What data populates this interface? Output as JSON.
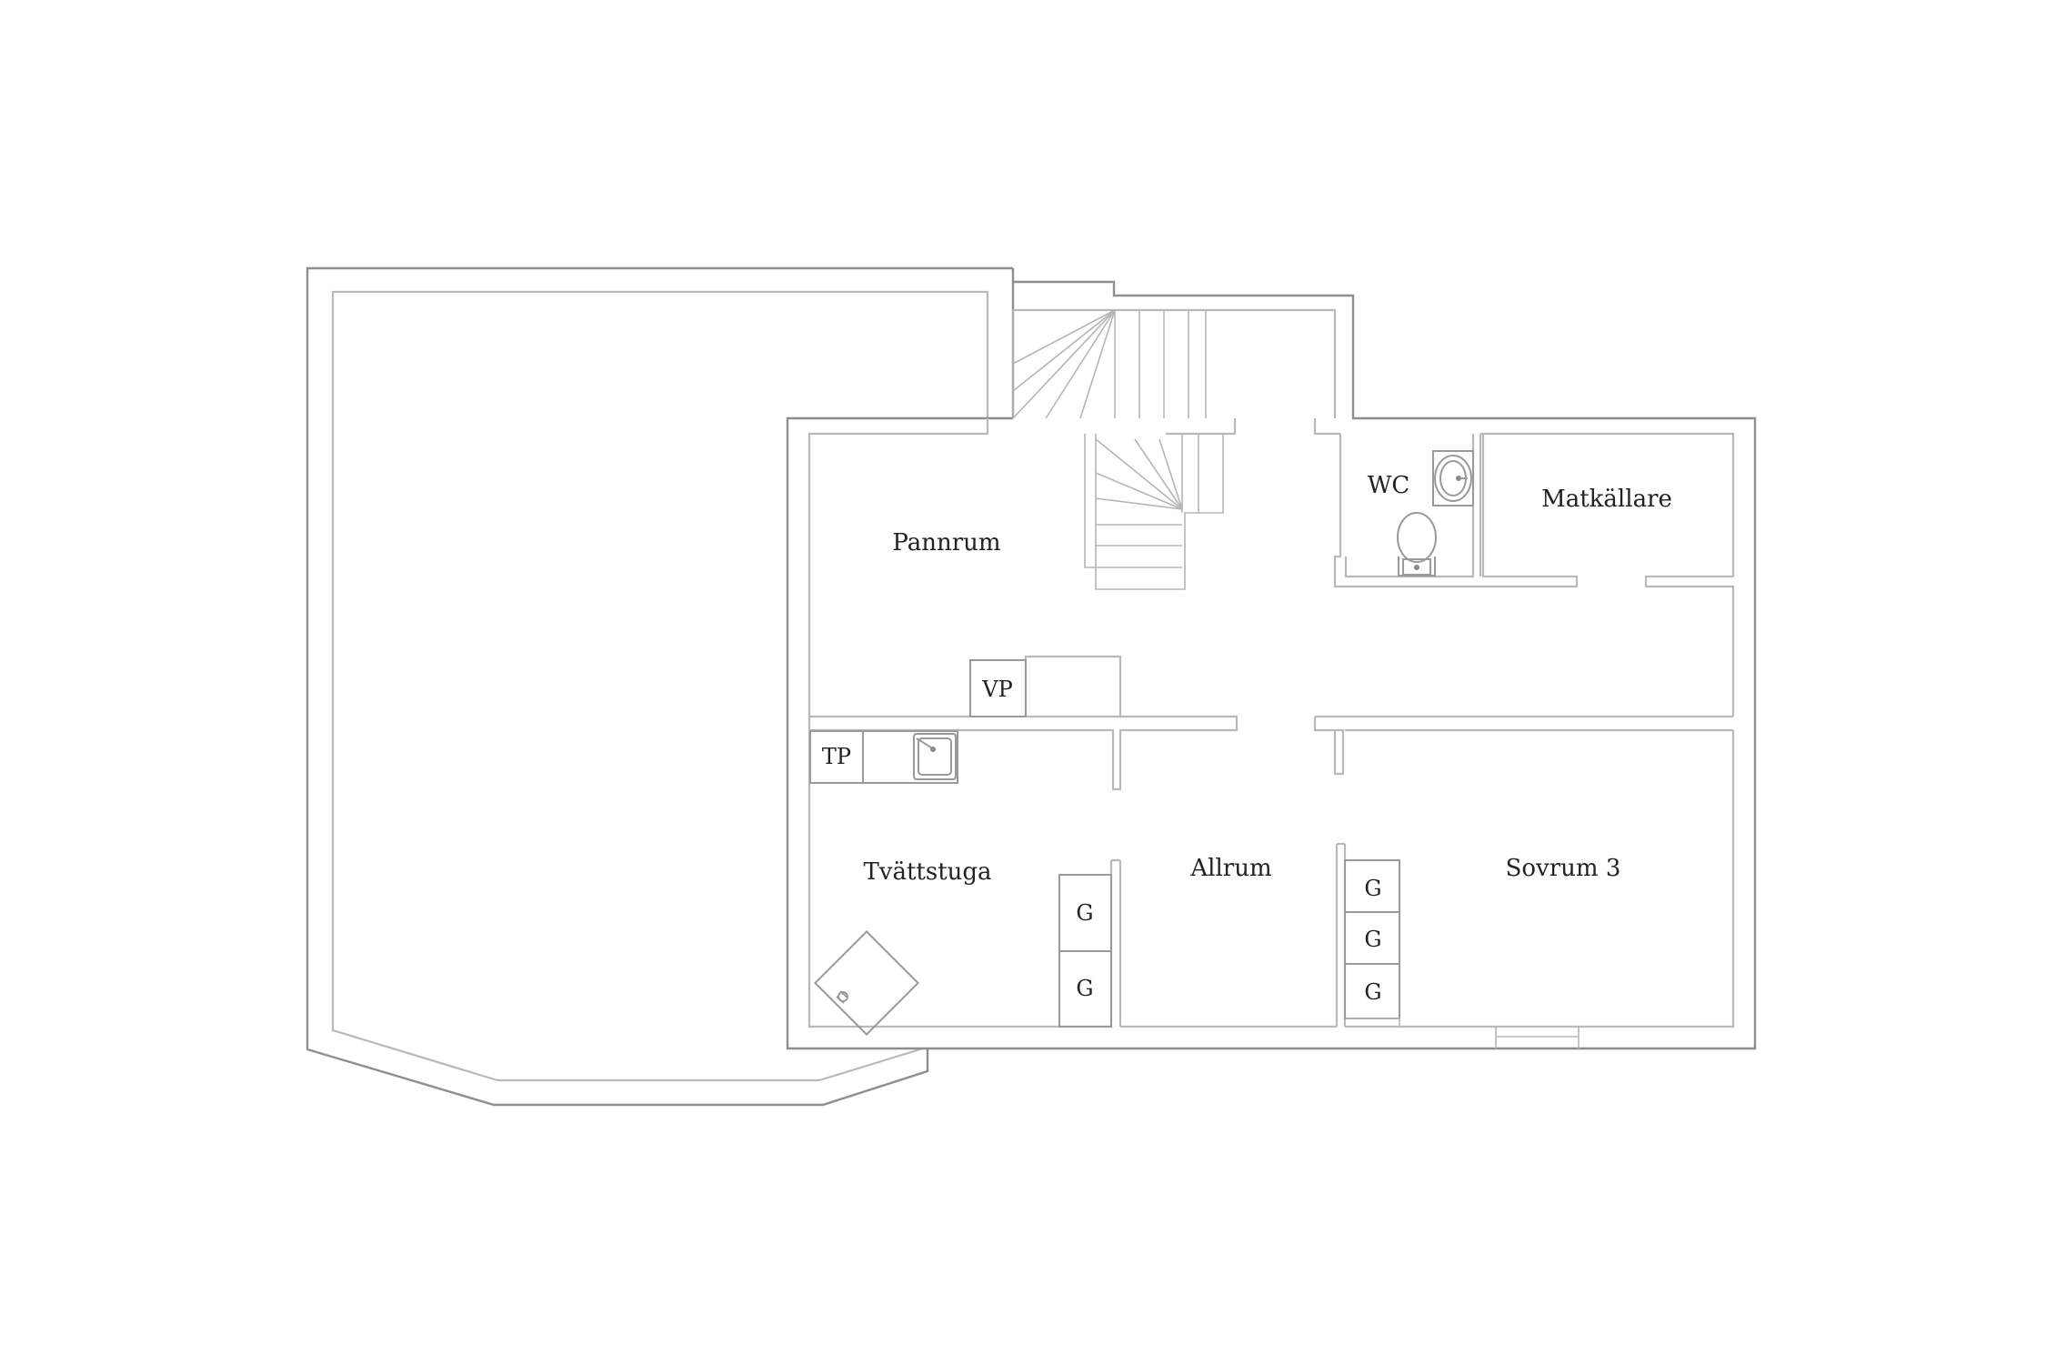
{
  "rooms": {
    "pannrum": "Pannrum",
    "wc": "WC",
    "matkallare": "Matkällare",
    "tvattstuga": "Tvättstuga",
    "allrum": "Allrum",
    "sovrum3": "Sovrum 3"
  },
  "fixtures": {
    "vp": "VP",
    "tp": "TP",
    "g": "G"
  },
  "colors": {
    "outer_wall": "#8e8e8e",
    "inner_wall": "#b9b9b9",
    "background": "#ffffff"
  }
}
